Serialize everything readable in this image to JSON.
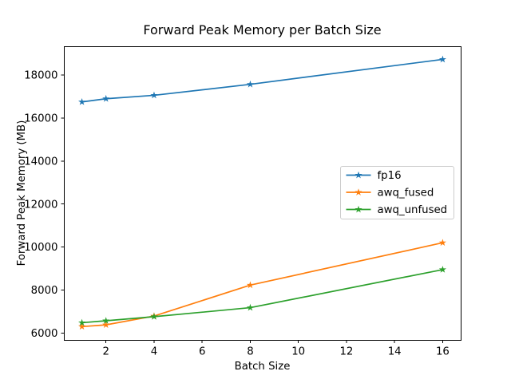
{
  "chart_data": {
    "type": "line",
    "title": "Forward Peak Memory per Batch Size",
    "xlabel": "Batch Size",
    "ylabel": "Forward Peak Memory (MB)",
    "x": [
      1,
      2,
      4,
      8,
      16
    ],
    "series": [
      {
        "name": "fp16",
        "color": "#1f77b4",
        "marker": "star",
        "values": [
          16750,
          16900,
          17060,
          17570,
          18730
        ]
      },
      {
        "name": "awq_fused",
        "color": "#ff7f0e",
        "marker": "star",
        "values": [
          6300,
          6380,
          6790,
          8230,
          10200
        ]
      },
      {
        "name": "awq_unfused",
        "color": "#2ca02c",
        "marker": "star",
        "values": [
          6480,
          6570,
          6760,
          7180,
          8950
        ]
      }
    ],
    "xlim": [
      0.25,
      16.75
    ],
    "ylim": [
      5680,
      19340
    ],
    "xticks": [
      "2",
      "4",
      "6",
      "8",
      "10",
      "12",
      "14",
      "16"
    ],
    "xtick_values": [
      2,
      4,
      6,
      8,
      10,
      12,
      14,
      16
    ],
    "yticks": [
      "6000",
      "8000",
      "10000",
      "12000",
      "14000",
      "16000",
      "18000"
    ],
    "ytick_values": [
      6000,
      8000,
      10000,
      12000,
      14000,
      16000,
      18000
    ],
    "grid": false,
    "legend": {
      "position": "center-right",
      "entries": [
        "fp16",
        "awq_fused",
        "awq_unfused"
      ],
      "border_color": "#cccccc",
      "background": "#ffffff"
    },
    "axes_color": "#000000",
    "background": "#ffffff"
  }
}
